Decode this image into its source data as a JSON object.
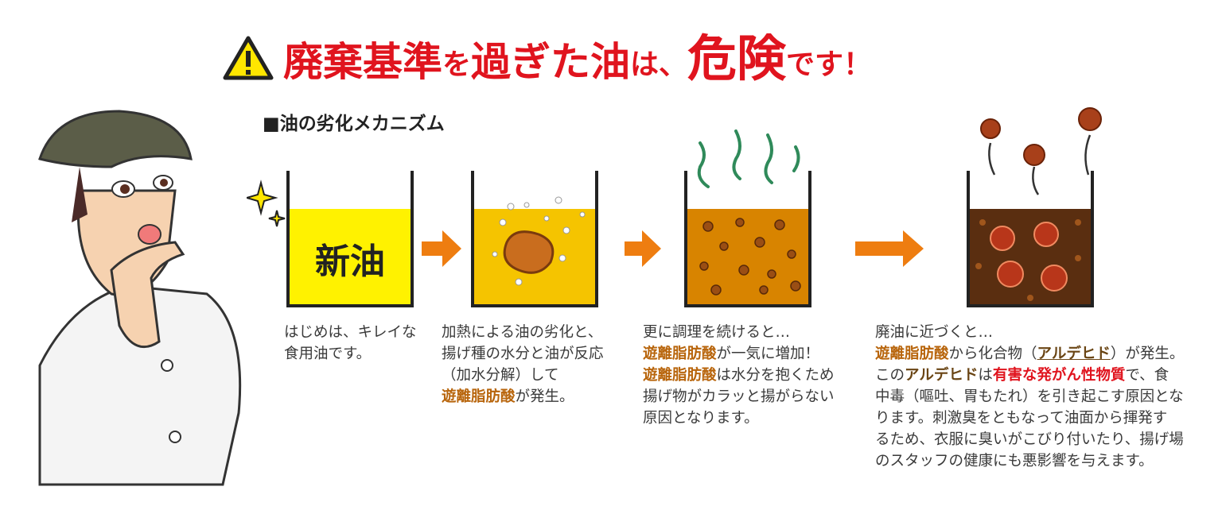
{
  "title": {
    "p1": "廃棄基準",
    "p2": "を",
    "p3": "過ぎた油",
    "p4": "は、",
    "p5": "危険",
    "p6": "です！"
  },
  "subtitle": "■油の劣化メカニズム",
  "beaker1_label": "新油",
  "steps": [
    {
      "lines": [
        "はじめは、キレイな",
        "食用油です。"
      ]
    },
    {
      "l1": "加熱による油の劣化と、",
      "l2": "揚げ種の水分と油が反応",
      "l3": "（加水分解）して",
      "l4a": "遊離脂肪酸",
      "l4b": "が発生。"
    },
    {
      "l1": "更に調理を続けると…",
      "l2a": "遊離脂肪酸",
      "l2b": "が一気に増加！",
      "l3a": "遊離脂肪酸",
      "l3b": "は水分を抱くため",
      "l4": "揚げ物がカラッと揚がらない",
      "l5": "原因となります。"
    },
    {
      "l1": "廃油に近づくと…",
      "l2a": "遊離脂肪酸",
      "l2b": "から化合物（",
      "l2c": "アルデヒド",
      "l2d": "）が発生。",
      "l3a": "この",
      "l3b": "アルデヒド",
      "l3c": "は",
      "l3d": "有害な発がん性物質",
      "l3e": "で、食",
      "l4": "中毒（嘔吐、胃もたれ）を引き起こす原因とな",
      "l5": "ります。刺激臭をともなって油面から揮発す",
      "l6": "るため、衣服に臭いがこびり付いたり、揚げ場",
      "l7": "のスタッフの健康にも悪影響を与えます。"
    }
  ],
  "colors": {
    "red": "#e0141e",
    "orange": "#ee7d10",
    "new_oil": "#fff200",
    "oil2": "#f5c400",
    "oil3": "#d88400",
    "oil4": "#5a2e10"
  }
}
